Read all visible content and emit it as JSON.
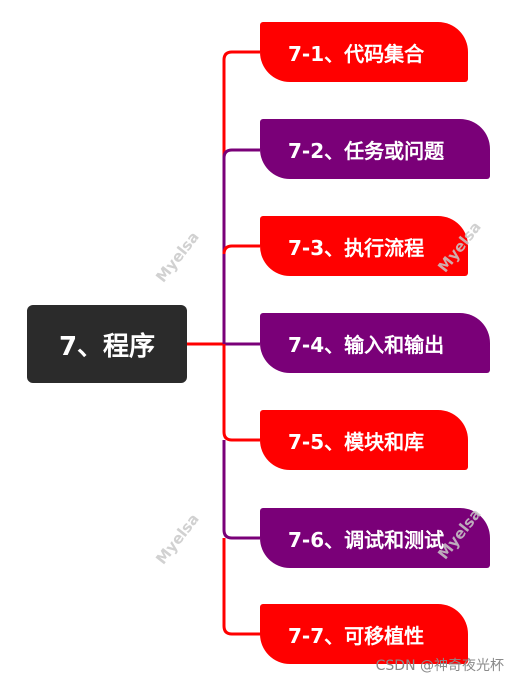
{
  "root": {
    "label": "7、程序"
  },
  "children": [
    {
      "label": "7-1、代码集合",
      "color": "#ff0000"
    },
    {
      "label": "7-2、任务或问题",
      "color": "#7a0078"
    },
    {
      "label": "7-3、执行流程",
      "color": "#ff0000"
    },
    {
      "label": "7-4、输入和输出",
      "color": "#7a0078"
    },
    {
      "label": "7-5、模块和库",
      "color": "#ff0000"
    },
    {
      "label": "7-6、调试和测试",
      "color": "#7a0078"
    },
    {
      "label": "7-7、可移植性",
      "color": "#ff0000"
    }
  ],
  "watermark": "Myelsa",
  "footer": "CSDN @神奇夜光杯",
  "colors": {
    "red": "#ff0000",
    "purple": "#7a0078",
    "root": "#2b2b2b"
  }
}
